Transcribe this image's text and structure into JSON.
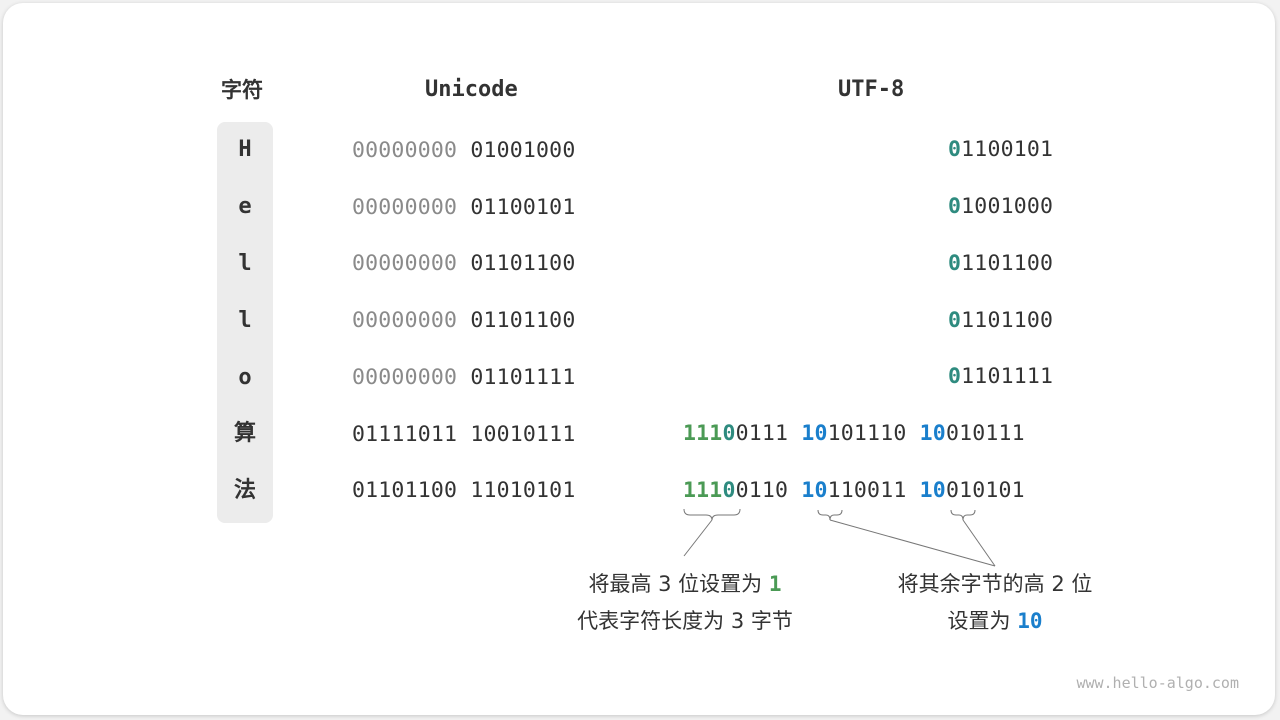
{
  "headers": {
    "char": "字符",
    "unicode": "Unicode",
    "utf8": "UTF-8"
  },
  "rows": [
    {
      "char": "H",
      "unicode_hi": "00000000",
      "unicode_lo": "01001000",
      "unicode_hi_gray": true,
      "utf8": [
        {
          "prefix": "0",
          "rest": "1100101"
        }
      ]
    },
    {
      "char": "e",
      "unicode_hi": "00000000",
      "unicode_lo": "01100101",
      "unicode_hi_gray": true,
      "utf8": [
        {
          "prefix": "0",
          "rest": "1001000"
        }
      ]
    },
    {
      "char": "l",
      "unicode_hi": "00000000",
      "unicode_lo": "01101100",
      "unicode_hi_gray": true,
      "utf8": [
        {
          "prefix": "0",
          "rest": "1101100"
        }
      ]
    },
    {
      "char": "l",
      "unicode_hi": "00000000",
      "unicode_lo": "01101100",
      "unicode_hi_gray": true,
      "utf8": [
        {
          "prefix": "0",
          "rest": "1101100"
        }
      ]
    },
    {
      "char": "o",
      "unicode_hi": "00000000",
      "unicode_lo": "01101111",
      "unicode_hi_gray": true,
      "utf8": [
        {
          "prefix": "0",
          "rest": "1101111"
        }
      ]
    },
    {
      "char": "算",
      "unicode_hi": "01111011",
      "unicode_lo": "10010111",
      "unicode_hi_gray": false,
      "utf8": [
        {
          "lead_ones": "111",
          "lead_zero": "0",
          "rest": "0111"
        },
        {
          "prefix": "10",
          "rest": "101110"
        },
        {
          "prefix": "10",
          "rest": "010111"
        }
      ]
    },
    {
      "char": "法",
      "unicode_hi": "01101100",
      "unicode_lo": "11010101",
      "unicode_hi_gray": false,
      "utf8": [
        {
          "lead_ones": "111",
          "lead_zero": "0",
          "rest": "0110"
        },
        {
          "prefix": "10",
          "rest": "110011"
        },
        {
          "prefix": "10",
          "rest": "010101"
        }
      ]
    }
  ],
  "annotations": {
    "left": {
      "line1_pre": "将最高 3 位设置为 ",
      "line1_val": "1",
      "line2": "代表字符长度为 3 字节"
    },
    "right": {
      "line1": "将其余字节的高 2 位",
      "line2_pre": "设置为 ",
      "line2_val": "10"
    }
  },
  "colors": {
    "single_byte_prefix": "#2e8b7f",
    "lead_ones": "#4b9a55",
    "continuation_prefix": "#1a7fcc",
    "high_byte_gray": "#8a8a8a",
    "char_column_bg": "#ececec"
  },
  "watermark": "www.hello-algo.com"
}
